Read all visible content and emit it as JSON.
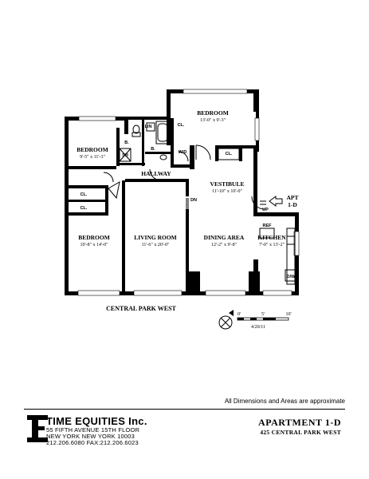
{
  "rooms": {
    "bedroom_top": {
      "name": "BEDROOM",
      "dims": "13'-0\" x 9'-3\""
    },
    "bedroom_left": {
      "name": "BEDROOM",
      "dims": "9'-5\" x 11'-3\""
    },
    "bedroom_bottom": {
      "name": "BEDROOM",
      "dims": "10'-8\" x 14'-0\""
    },
    "living_room": {
      "name": "LIVING ROOM",
      "dims": "11'-6\" x 20'-0\""
    },
    "dining_area": {
      "name": "DINING AREA",
      "dims": "12'-2\" x 9'-8\""
    },
    "kitchen": {
      "name": "KITCHEN",
      "dims": "7'-0\" x 13'-2\""
    },
    "vestibule": {
      "name": "VESTIBULE",
      "dims": "11'-10\" x 10'-0\""
    },
    "hallway": {
      "name": "HALLWAY"
    }
  },
  "fixtures": {
    "closet": "CL.",
    "bath": "B.",
    "washer_dryer": "W/D",
    "linen": "LIN",
    "shower": "SH",
    "refrigerator": "REF",
    "dishwasher": "D/W",
    "up": "UP",
    "dn": "DN"
  },
  "entry": {
    "line1": "APT",
    "line2": "1-D"
  },
  "street": "CENTRAL PARK WEST",
  "scale": {
    "zero": "0'",
    "five": "5'",
    "ten": "10'",
    "date": "4/20/11"
  },
  "compass_icon": "compass-north-icon",
  "footer": {
    "disclaimer": "All Dimensions and Areas are approximate",
    "company_name": "TIME EQUITIES Inc.",
    "address_line1": "55 FIFTH AVENUE 15TH FLOOR",
    "address_line2": "NEW YORK   NEW YORK   10003",
    "phone_line": "212.206.6080   FAX:212.206.6023",
    "apartment": "APARTMENT 1-D",
    "building": "425 CENTRAL PARK WEST"
  }
}
